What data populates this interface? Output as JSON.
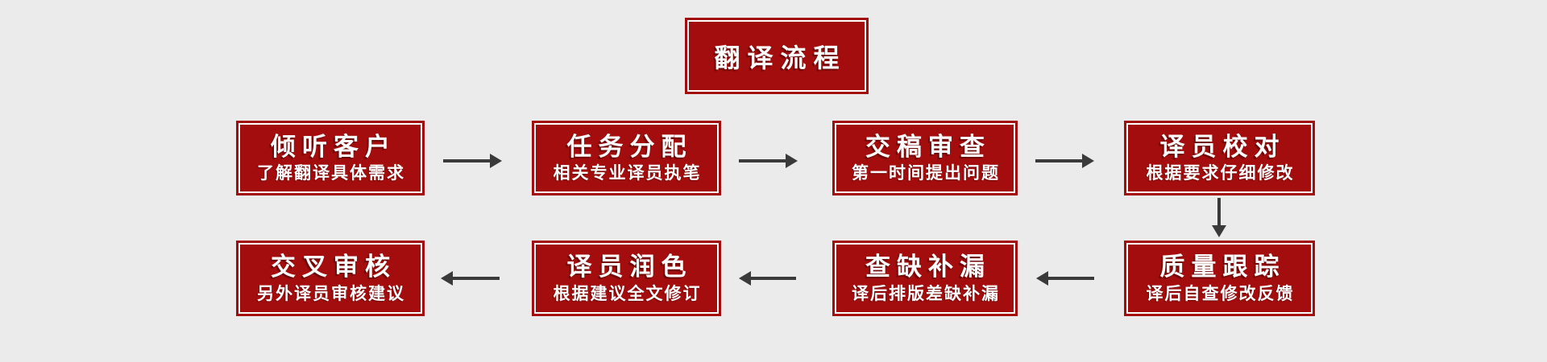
{
  "title": {
    "label": "翻译流程"
  },
  "flow": {
    "steps": [
      {
        "heading": "倾听客户",
        "subheading": "了解翻译具体需求"
      },
      {
        "heading": "任务分配",
        "subheading": "相关专业译员执笔"
      },
      {
        "heading": "交稿审查",
        "subheading": "第一时间提出问题"
      },
      {
        "heading": "译员校对",
        "subheading": "根据要求仔细修改"
      },
      {
        "heading": "质量跟踪",
        "subheading": "译后自查修改反馈"
      },
      {
        "heading": "查缺补漏",
        "subheading": "译后排版差缺补漏"
      },
      {
        "heading": "译员润色",
        "subheading": "根据建议全文修订"
      },
      {
        "heading": "交叉审核",
        "subheading": "另外译员审核建议"
      }
    ],
    "connections": [
      {
        "from": "倾听客户",
        "to": "任务分配",
        "direction": "right"
      },
      {
        "from": "任务分配",
        "to": "交稿审查",
        "direction": "right"
      },
      {
        "from": "交稿审查",
        "to": "译员校对",
        "direction": "right"
      },
      {
        "from": "译员校对",
        "to": "质量跟踪",
        "direction": "down"
      },
      {
        "from": "质量跟踪",
        "to": "查缺补漏",
        "direction": "left"
      },
      {
        "from": "查缺补漏",
        "to": "译员润色",
        "direction": "left"
      },
      {
        "from": "译员润色",
        "to": "交叉审核",
        "direction": "left"
      }
    ]
  },
  "colors": {
    "box_red": "#A40D0D",
    "border_white": "#FFFFFF",
    "arrow_gray": "#3A3A3A",
    "background": "#EBEBEB",
    "text_white": "#FFFFFF"
  }
}
